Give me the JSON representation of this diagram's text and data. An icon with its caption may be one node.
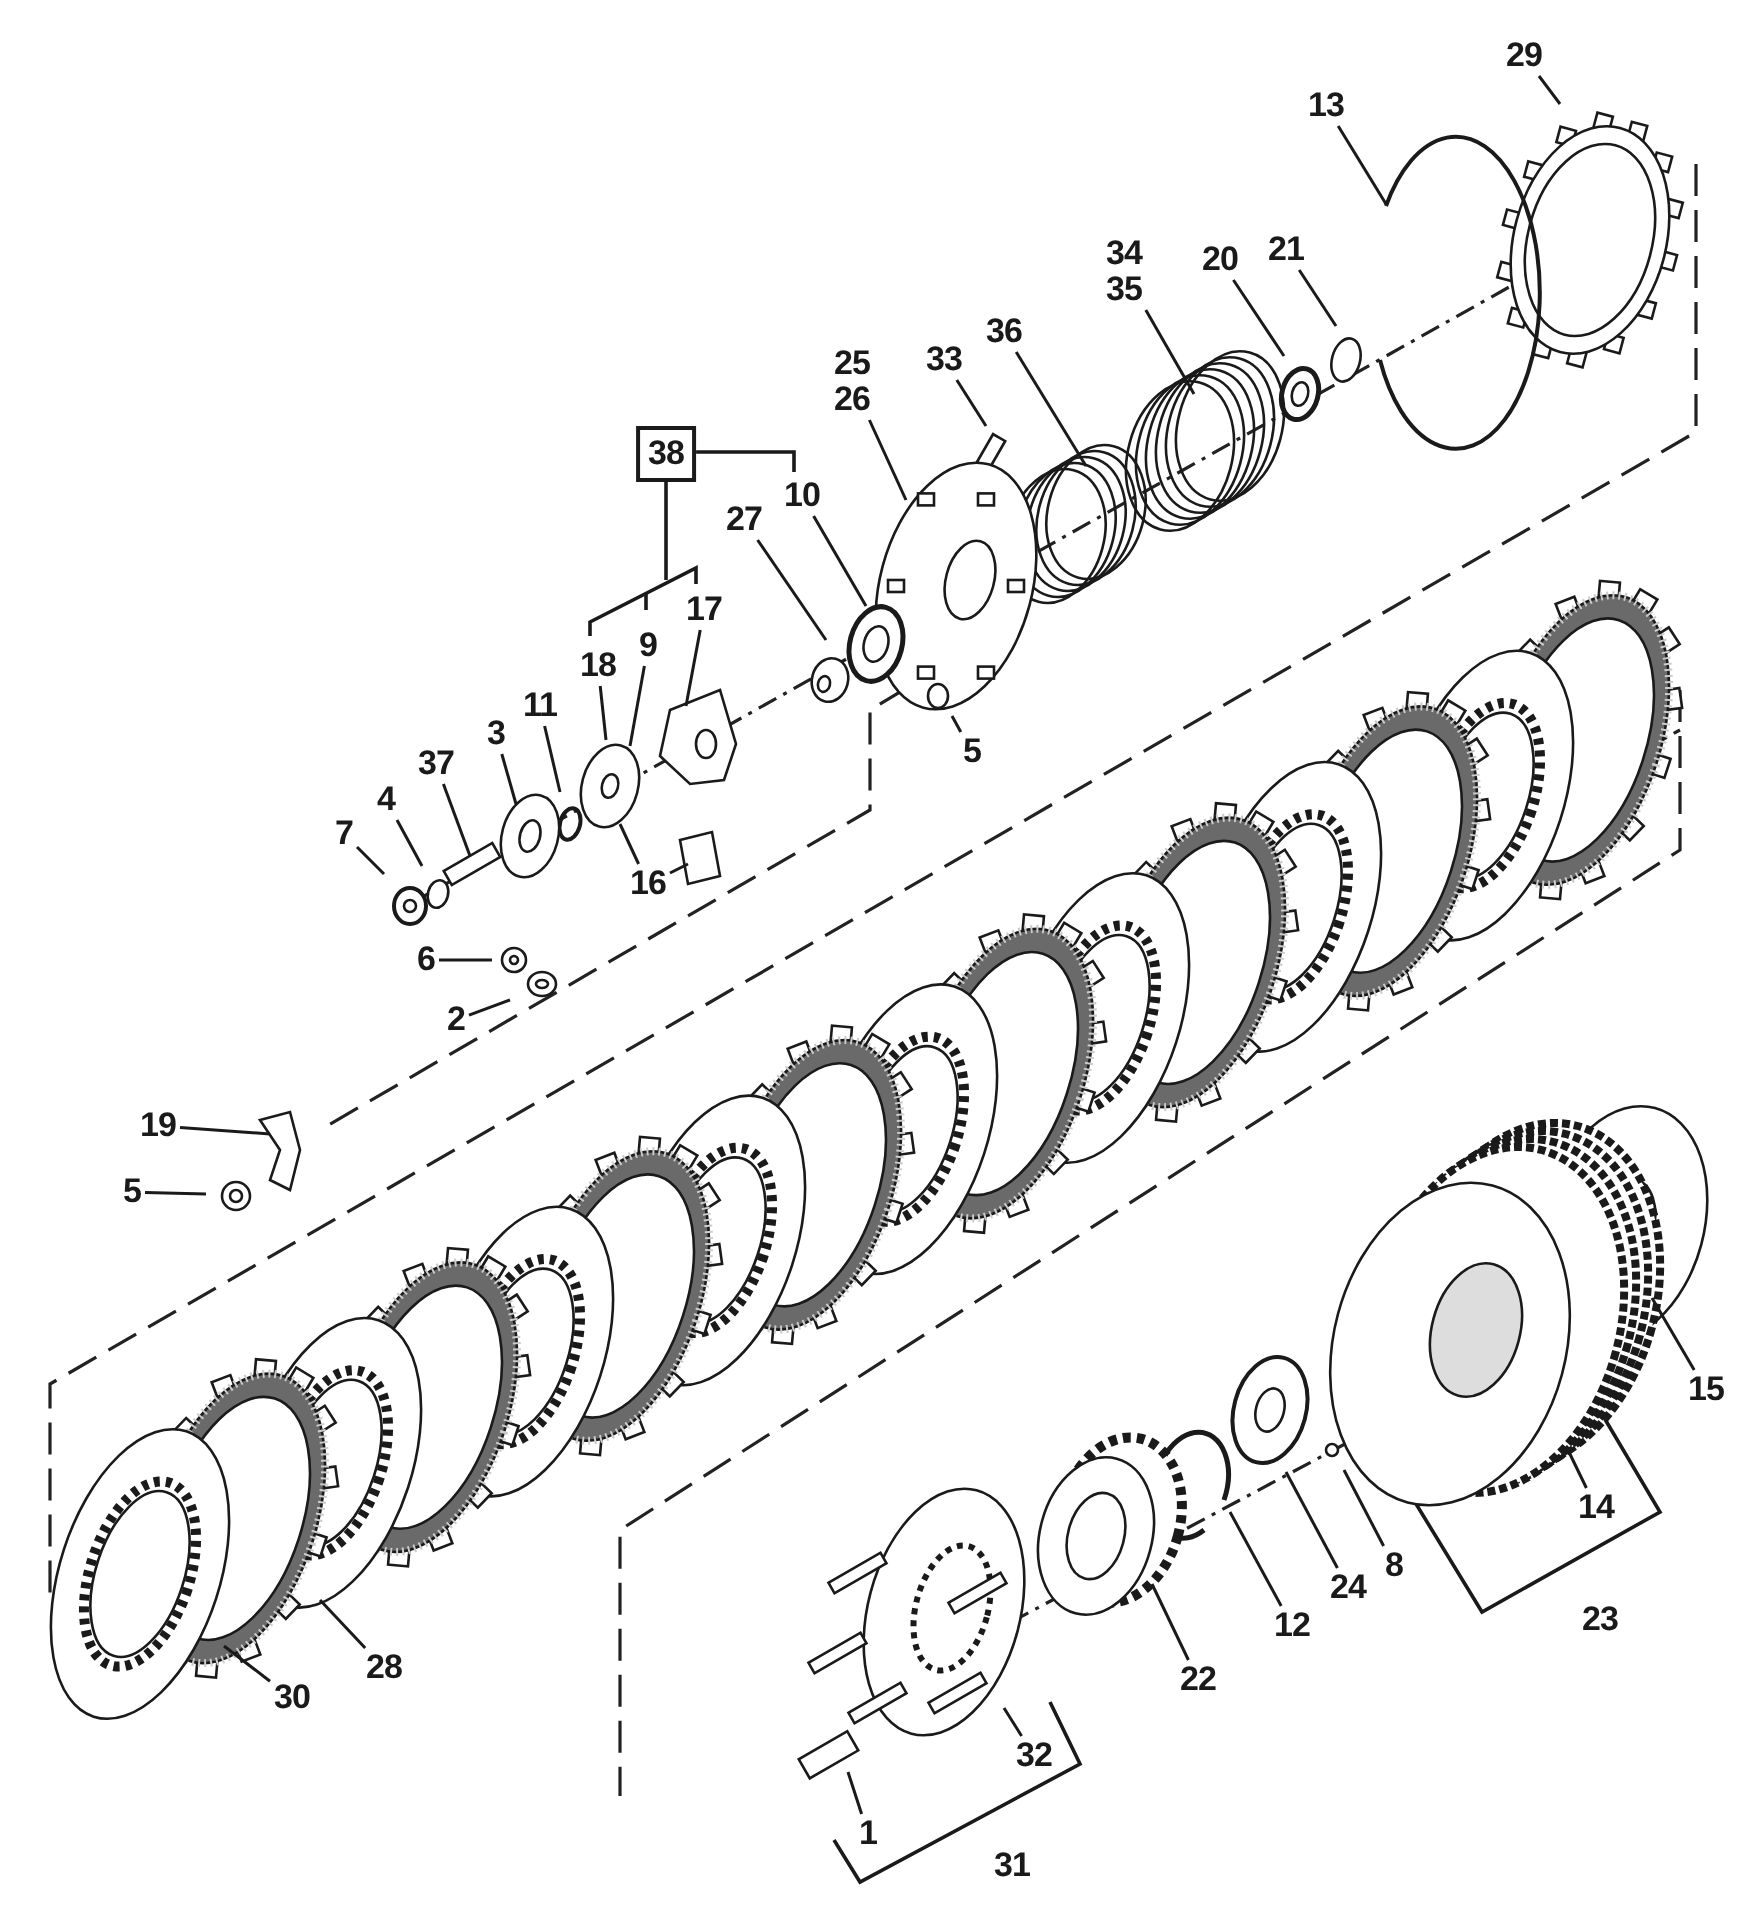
{
  "diagram": {
    "nodes": [
      {
        "text": [
          "29"
        ]
      },
      {
        "text": [
          "13"
        ]
      },
      {
        "text": [
          "34",
          "35"
        ]
      },
      {
        "text": [
          "21"
        ]
      },
      {
        "text": [
          "20"
        ]
      },
      {
        "text": [
          "36"
        ]
      },
      {
        "text": [
          "33"
        ]
      },
      {
        "text": [
          "25",
          "26"
        ]
      },
      {
        "text": [
          "38"
        ]
      },
      {
        "text": [
          "10"
        ]
      },
      {
        "text": [
          "27"
        ]
      },
      {
        "text": [
          "17"
        ]
      },
      {
        "text": [
          "9"
        ]
      },
      {
        "text": [
          "18"
        ]
      },
      {
        "text": [
          "11"
        ]
      },
      {
        "text": [
          "3"
        ]
      },
      {
        "text": [
          "5"
        ]
      },
      {
        "text": [
          "37"
        ]
      },
      {
        "text": [
          "4"
        ]
      },
      {
        "text": [
          "7"
        ]
      },
      {
        "text": [
          "16"
        ]
      },
      {
        "text": [
          "6"
        ]
      },
      {
        "text": [
          "2"
        ]
      },
      {
        "text": [
          "19"
        ]
      },
      {
        "text": [
          "5"
        ]
      },
      {
        "text": [
          "15"
        ]
      },
      {
        "text": [
          "14"
        ]
      },
      {
        "text": [
          "8"
        ]
      },
      {
        "text": [
          "24"
        ]
      },
      {
        "text": [
          "12"
        ]
      },
      {
        "text": [
          "22"
        ]
      },
      {
        "text": [
          "28"
        ]
      },
      {
        "text": [
          "30"
        ]
      },
      {
        "text": [
          "32"
        ]
      },
      {
        "text": [
          "1"
        ]
      }
    ],
    "edges": [
      {
        "from": 0,
        "to": null,
        "arrow": "none"
      },
      {
        "from": 1,
        "to": null,
        "arrow": "none"
      },
      {
        "from": 2,
        "to": null,
        "arrow": "none"
      },
      {
        "from": 3,
        "to": null,
        "arrow": "none"
      },
      {
        "from": 4,
        "to": null,
        "arrow": "none"
      },
      {
        "from": 5,
        "to": null,
        "arrow": "none"
      },
      {
        "from": 6,
        "to": null,
        "arrow": "none"
      },
      {
        "from": 7,
        "to": null,
        "arrow": "none"
      },
      {
        "from": 9,
        "to": null,
        "arrow": "none"
      },
      {
        "from": 10,
        "to": null,
        "arrow": "none"
      },
      {
        "from": 11,
        "to": null,
        "arrow": "none"
      },
      {
        "from": 12,
        "to": null,
        "arrow": "none"
      },
      {
        "from": 13,
        "to": null,
        "arrow": "none"
      },
      {
        "from": 14,
        "to": null,
        "arrow": "none"
      },
      {
        "from": 15,
        "to": null,
        "arrow": "none"
      },
      {
        "from": 16,
        "to": null,
        "arrow": "none"
      },
      {
        "from": 17,
        "to": null,
        "arrow": "none"
      },
      {
        "from": 18,
        "to": null,
        "arrow": "none"
      },
      {
        "from": 19,
        "to": null,
        "arrow": "none"
      },
      {
        "from": 20,
        "to": null,
        "arrow": "none"
      },
      {
        "from": 20,
        "to": null,
        "arrow": "none"
      },
      {
        "from": 21,
        "to": null,
        "arrow": "none"
      },
      {
        "from": 22,
        "to": null,
        "arrow": "none"
      },
      {
        "from": 23,
        "to": null,
        "arrow": "none"
      },
      {
        "from": 24,
        "to": null,
        "arrow": "none"
      },
      {
        "from": 25,
        "to": null,
        "arrow": "none"
      },
      {
        "from": 26,
        "to": null,
        "arrow": "none"
      },
      {
        "from": 27,
        "to": null,
        "arrow": "none"
      },
      {
        "from": 28,
        "to": null,
        "arrow": "none"
      },
      {
        "from": 29,
        "to": null,
        "arrow": "none"
      },
      {
        "from": 30,
        "to": null,
        "arrow": "none"
      },
      {
        "from": 31,
        "to": null,
        "arrow": "none"
      },
      {
        "from": 32,
        "to": null,
        "arrow": "none"
      },
      {
        "from": 33,
        "to": null,
        "arrow": "none"
      },
      {
        "from": 34,
        "to": null,
        "arrow": "none"
      }
    ],
    "labels": [
      "23",
      "31"
    ]
  }
}
